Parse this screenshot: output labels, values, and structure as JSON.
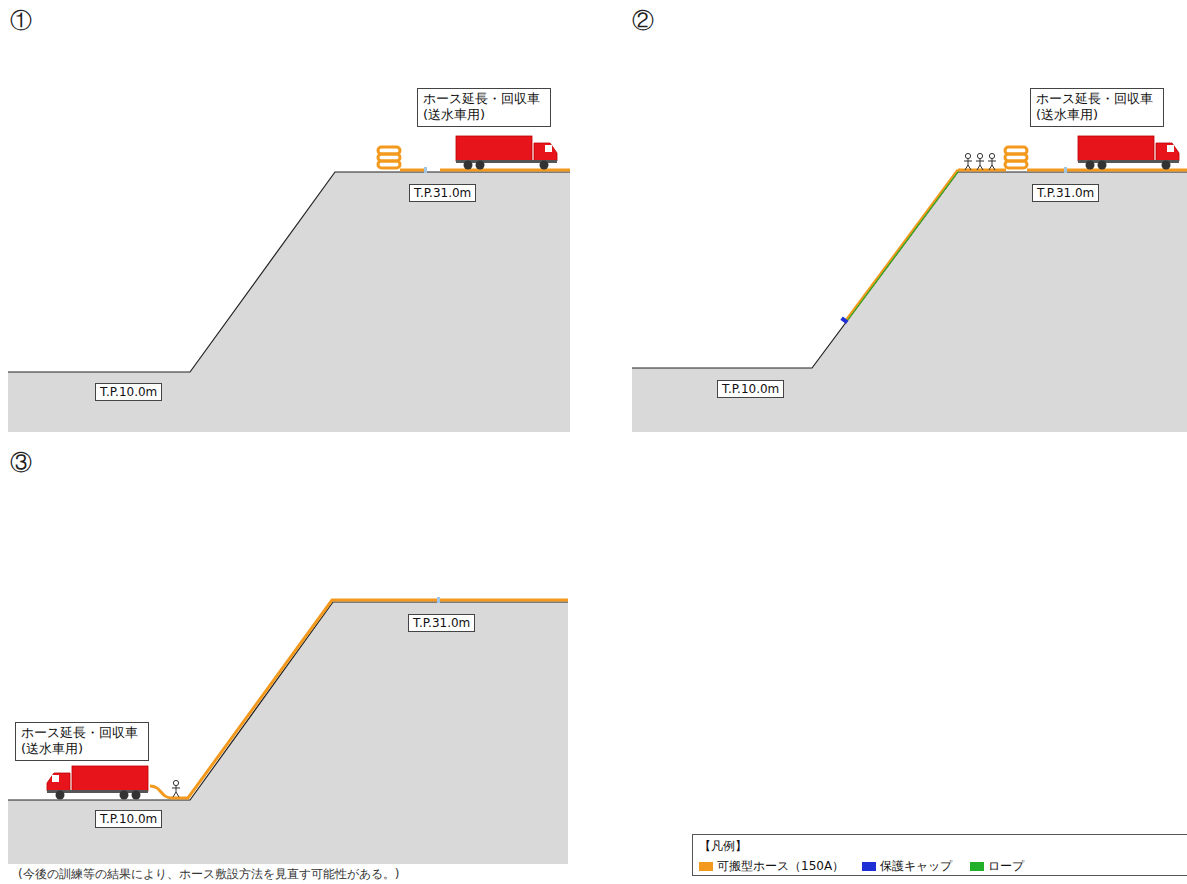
{
  "diagram": {
    "nodes": [
      {
        "text": [
          "ホース延長・回収車 (送水車用)"
        ]
      },
      {
        "text": [
          "T.P.31.0m"
        ]
      },
      {
        "text": [
          "T.P.10.0m"
        ]
      },
      {
        "text": [
          "ホース延長・回収車 (送水車用)"
        ]
      },
      {
        "text": [
          "T.P.31.0m"
        ]
      },
      {
        "text": [
          "T.P.10.0m"
        ]
      },
      {
        "text": [
          "T.P.31.0m"
        ]
      },
      {
        "text": [
          "ホース延長・回収車 (送水車用)"
        ]
      },
      {
        "text": [
          "T.P.10.0m"
        ]
      }
    ],
    "labels": [
      "①",
      "②",
      "③",
      "(今後の訓練等の結果により、ホース敷設方法を見直す可能性がある。)",
      "【凡例】"
    ],
    "legend": [
      {
        "text": "可搬型ホース（150A）",
        "color": "#f39a1e"
      },
      {
        "text": "保護キャップ",
        "color": "#1f2fd6"
      },
      {
        "text": "ロープ",
        "color": "#22b02a"
      }
    ]
  }
}
